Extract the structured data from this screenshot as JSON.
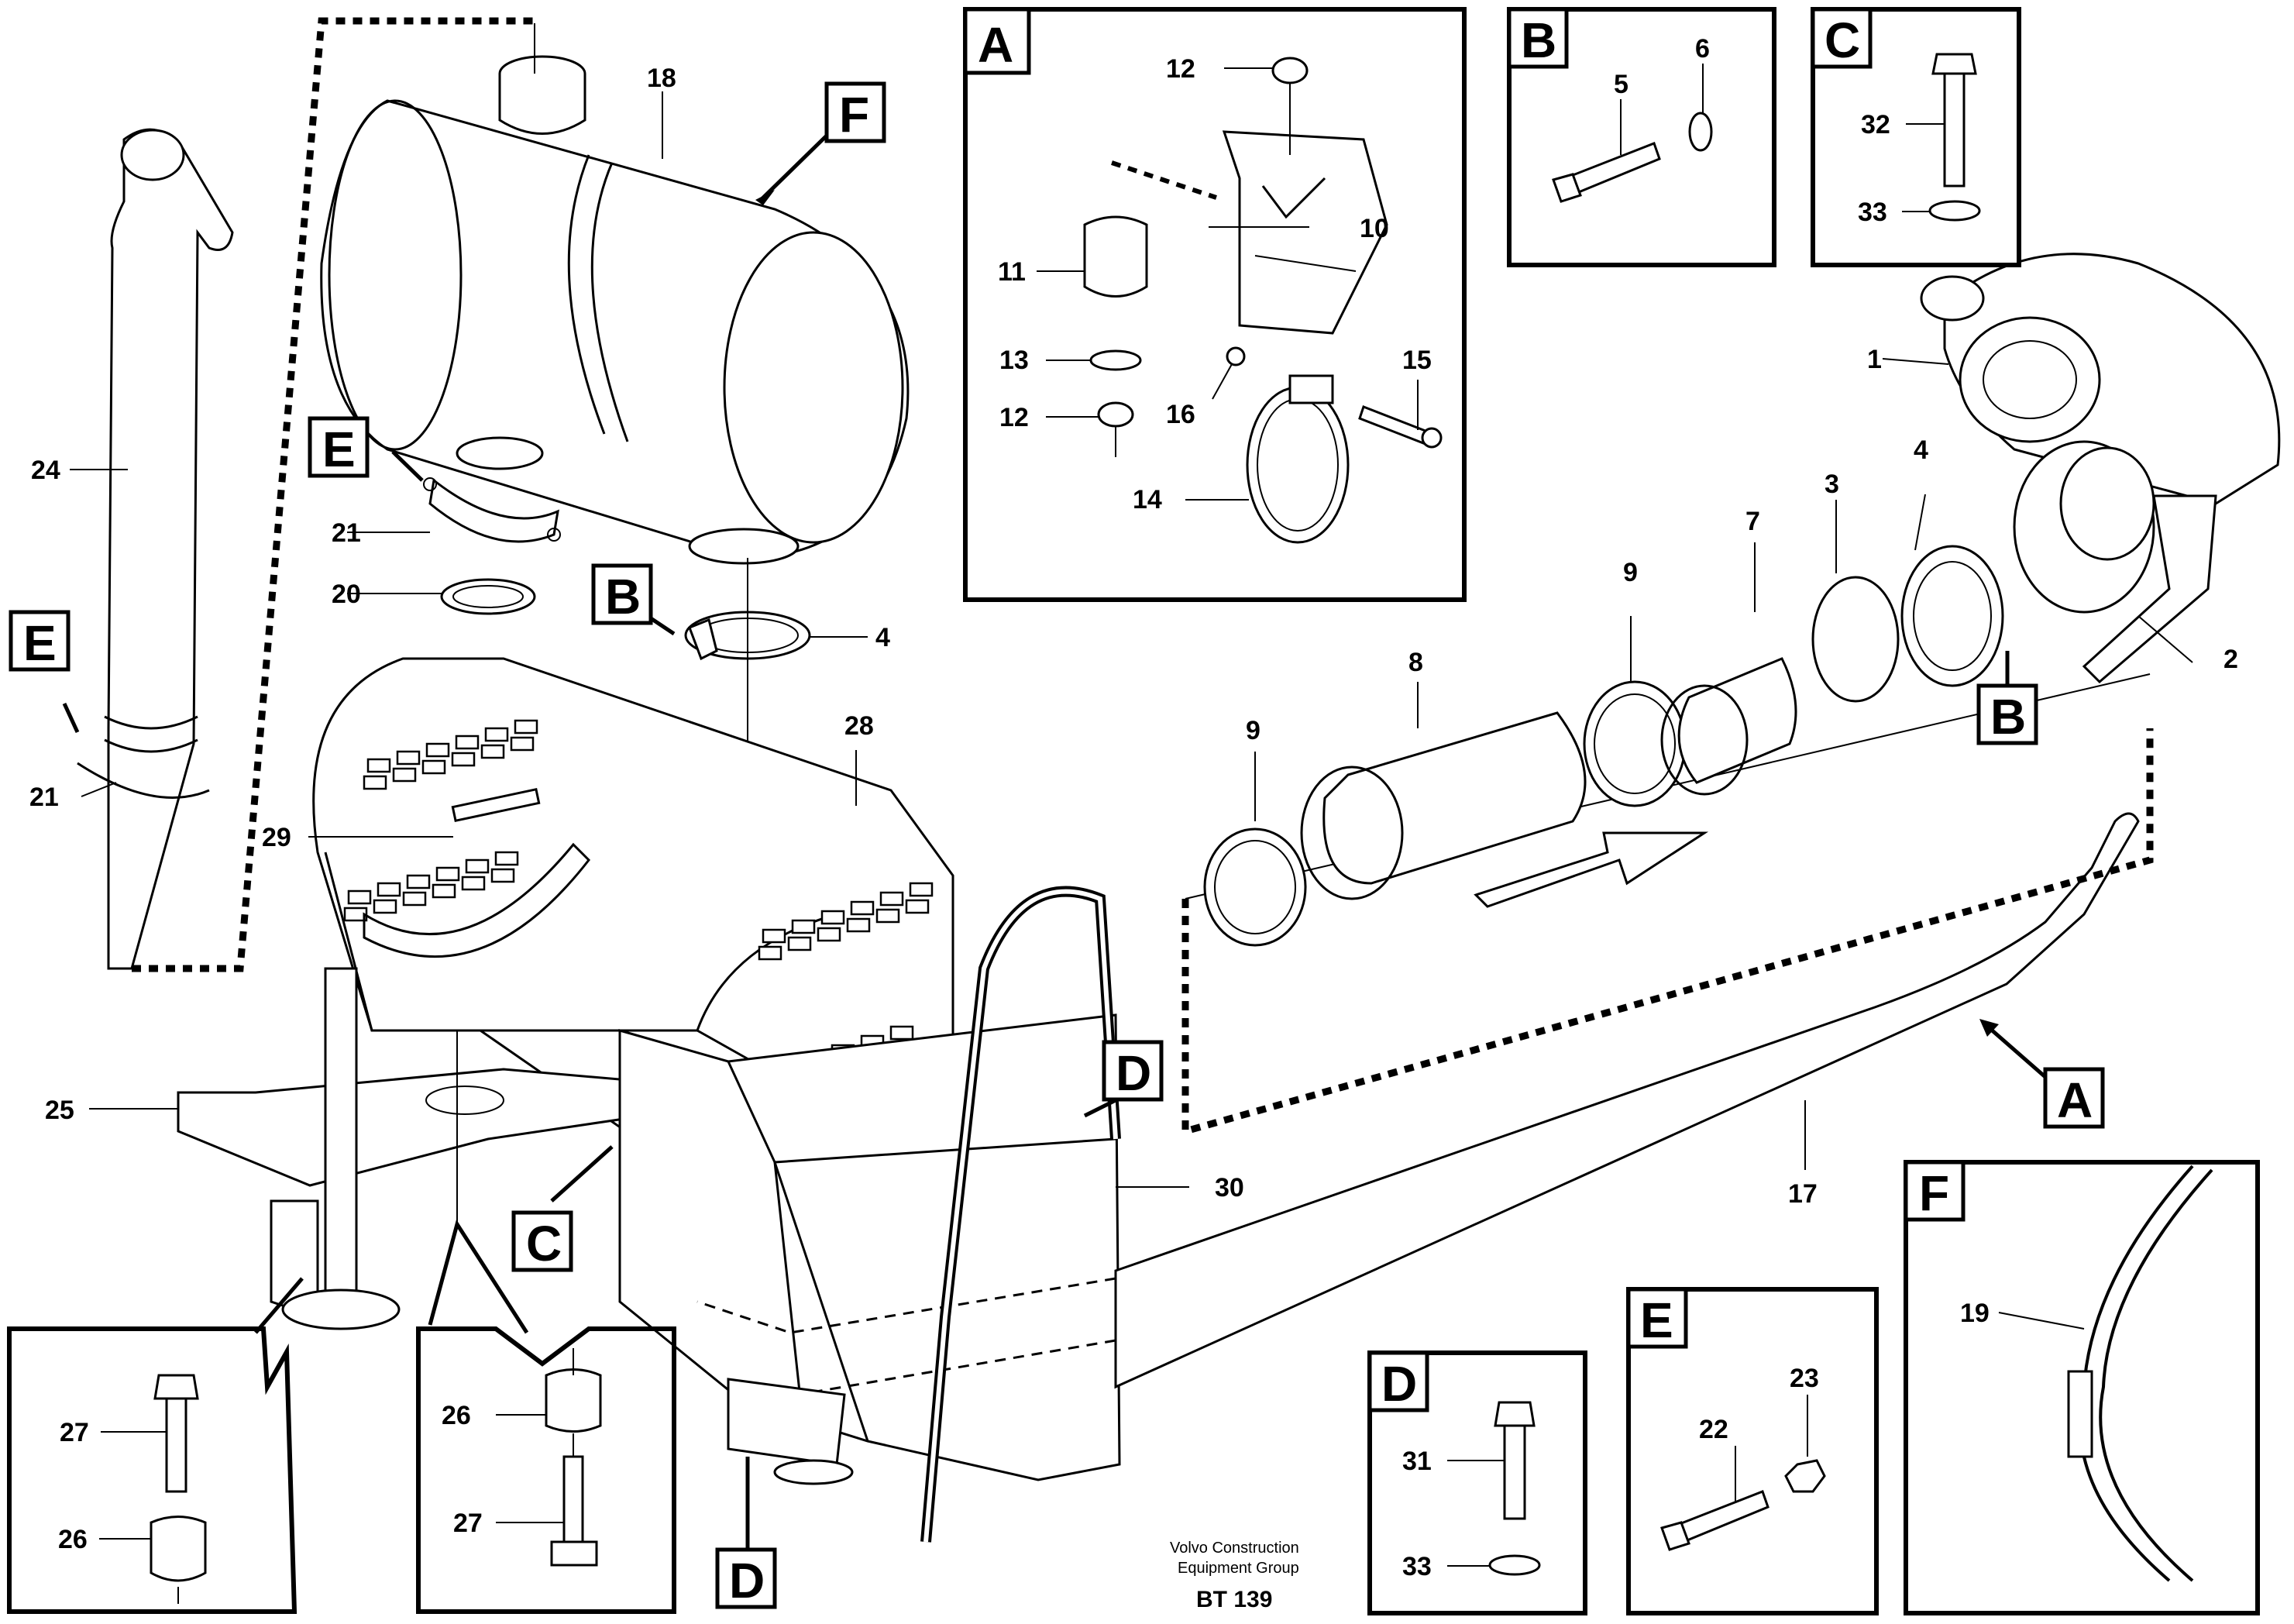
{
  "labels": {
    "l1": "1",
    "l2": "2",
    "l3": "3",
    "l4a": "4",
    "l4b": "4",
    "l5": "5",
    "l6": "6",
    "l7": "7",
    "l8": "8",
    "l9a": "9",
    "l9b": "9",
    "l10": "10",
    "l11": "11",
    "l12a": "12",
    "l12b": "12",
    "l13": "13",
    "l14": "14",
    "l15": "15",
    "l16": "16",
    "l17": "17",
    "l18": "18",
    "l19": "19",
    "l20": "20",
    "l21a": "21",
    "l21b": "21",
    "l22": "22",
    "l23": "23",
    "l24": "24",
    "l25": "25",
    "l26a": "26",
    "l26b": "26",
    "l27a": "27",
    "l27b": "27",
    "l28": "28",
    "l29": "29",
    "l30": "30",
    "l31": "31",
    "l32": "32",
    "l33a": "33",
    "l33b": "33"
  },
  "detail_letters": {
    "A": "A",
    "B": "B",
    "C": "C",
    "D": "D",
    "E": "E",
    "F": "F"
  },
  "footer": {
    "line1": "Volvo Construction",
    "line2": "Equipment Group",
    "code": "BT 139"
  }
}
